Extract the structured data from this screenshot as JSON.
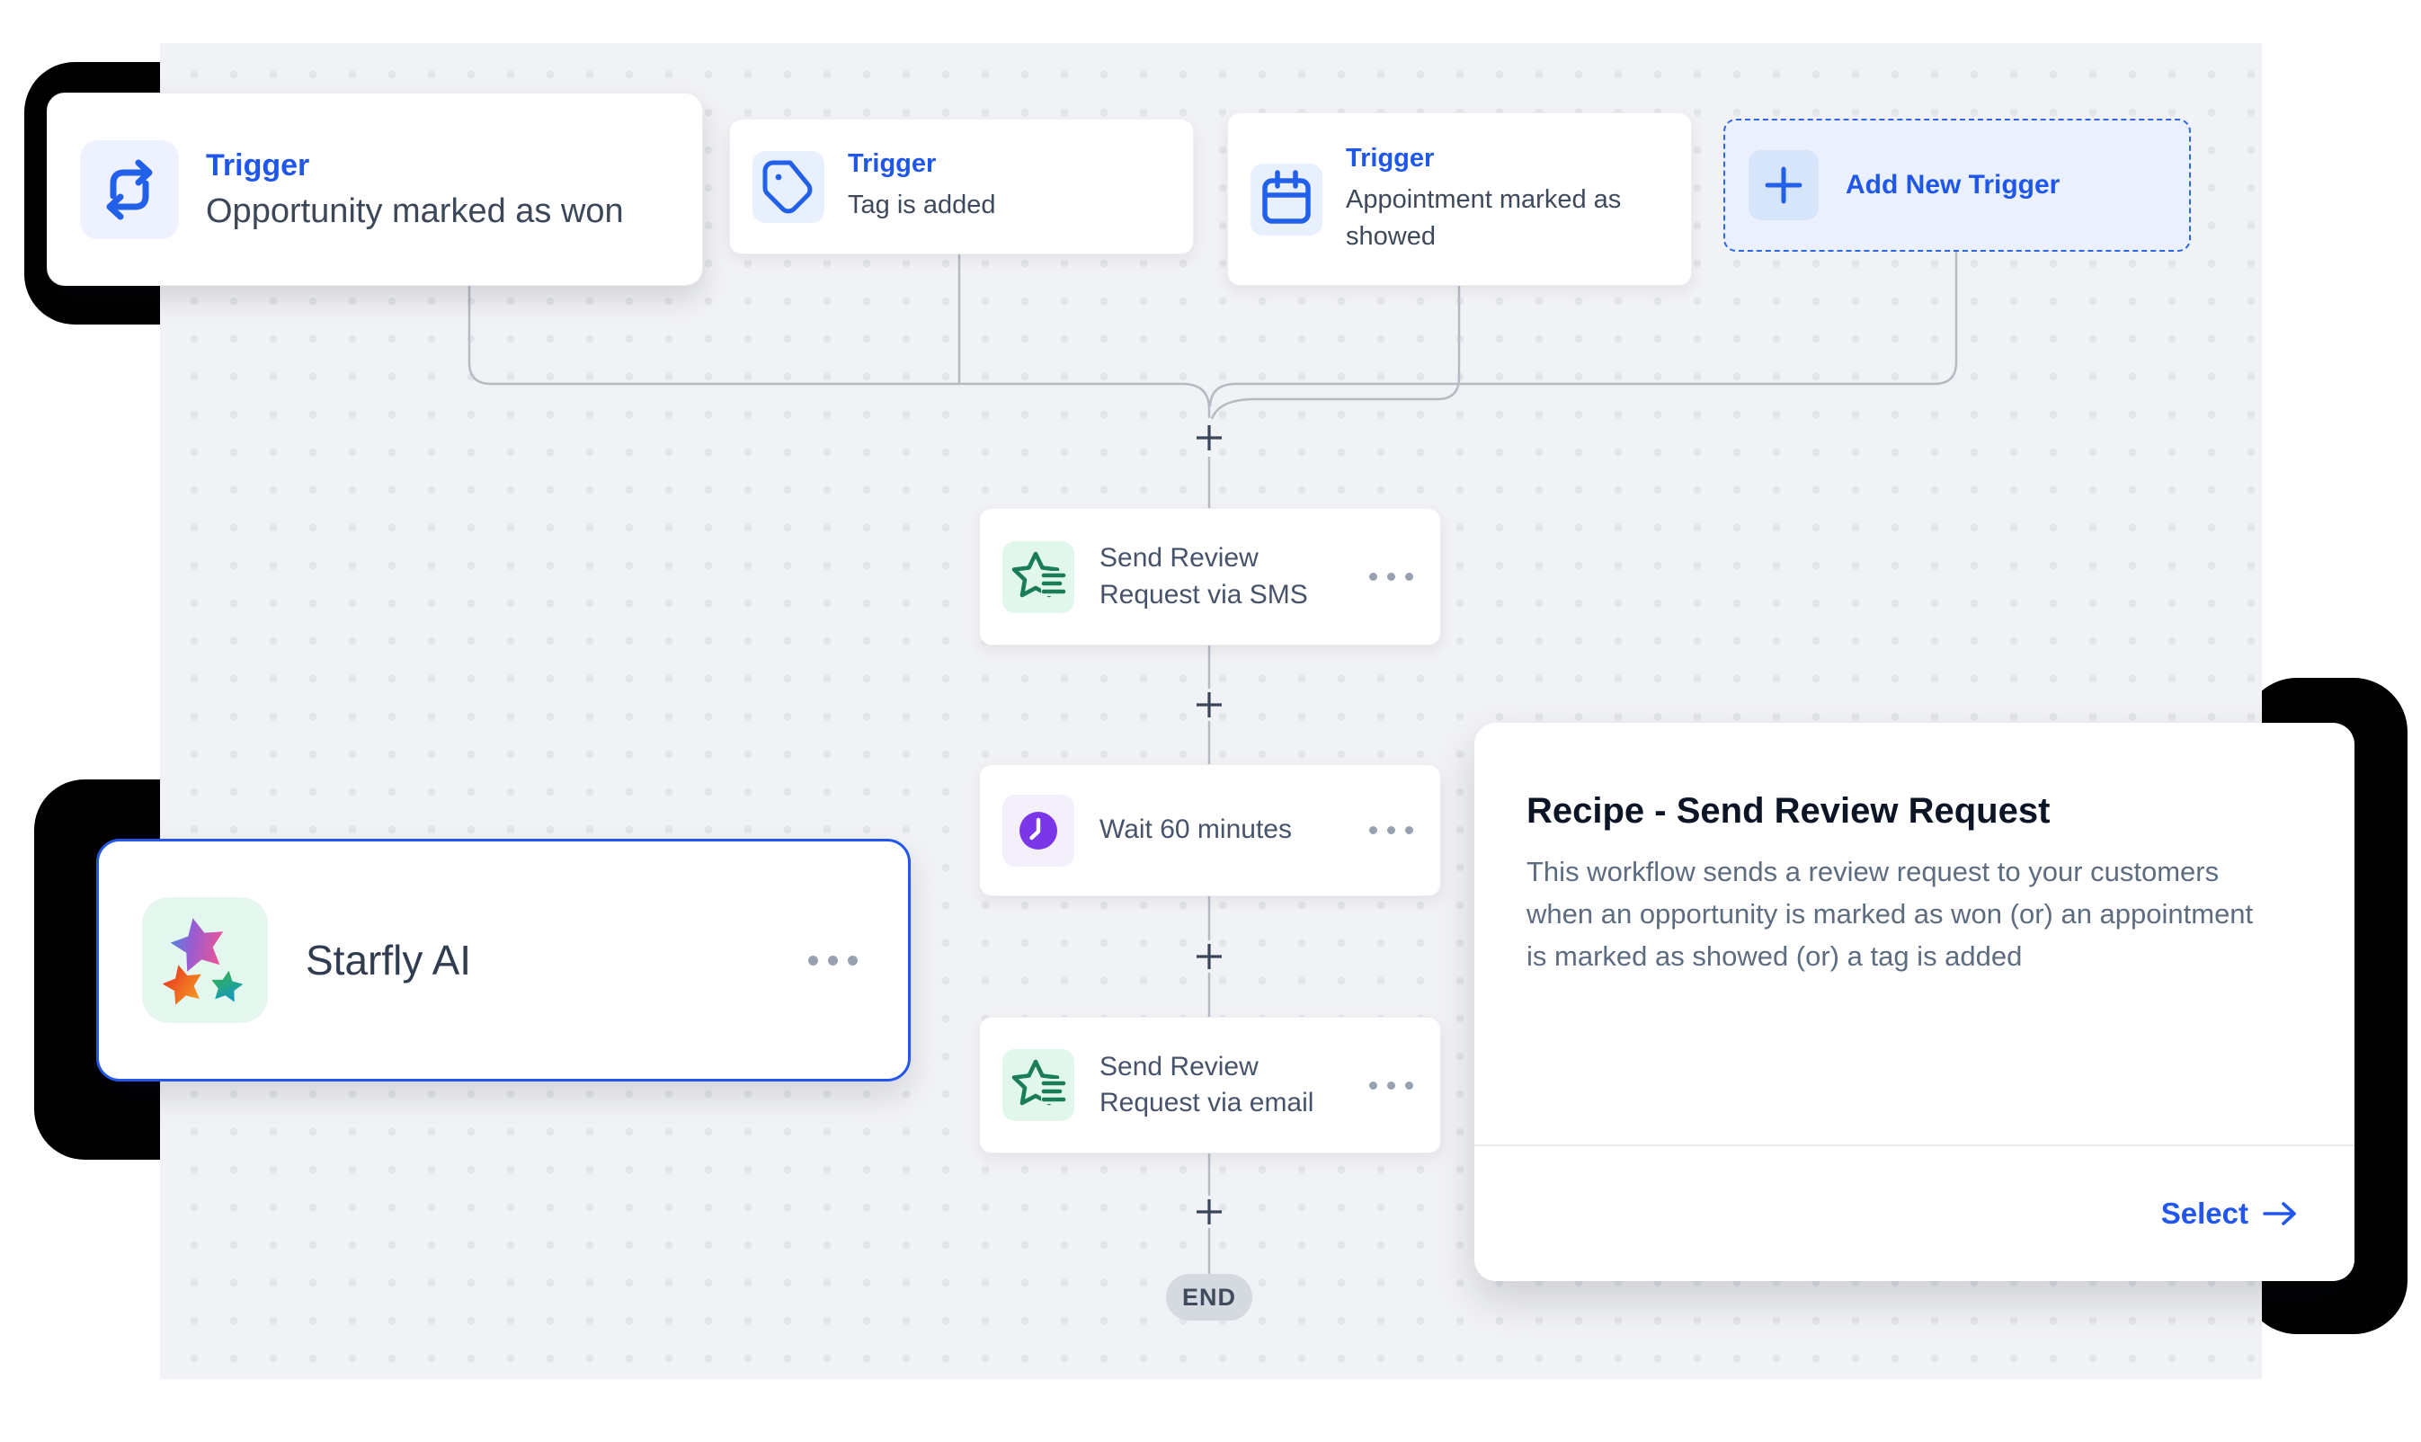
{
  "triggers": [
    {
      "label": "Trigger",
      "title": "Opportunity marked as won",
      "icon": "swap-arrows-icon"
    },
    {
      "label": "Trigger",
      "title": "Tag is added",
      "icon": "tag-icon"
    },
    {
      "label": "Trigger",
      "title": "Appointment marked as showed",
      "icon": "calendar-icon"
    }
  ],
  "add_trigger": {
    "label": "Add New Trigger",
    "icon": "plus-icon"
  },
  "steps": [
    {
      "title": "Send Review Request via SMS",
      "icon": "review-star-icon",
      "menu_icon": "ellipsis-icon"
    },
    {
      "title": "Wait 60 minutes",
      "icon": "clock-icon",
      "menu_icon": "ellipsis-icon"
    },
    {
      "title": "Send Review Request via email",
      "icon": "review-star-icon",
      "menu_icon": "ellipsis-icon"
    }
  ],
  "flow": {
    "end_label": "END"
  },
  "app_card": {
    "name": "Starfly AI",
    "icon": "starfly-logo-icon",
    "menu_icon": "ellipsis-icon"
  },
  "recipe": {
    "title": "Recipe - Send Review Request",
    "description": "This workflow sends a review request to your customers when an opportunity is marked as won (or) an appointment is marked as showed (or) a tag is added",
    "select_label": "Select"
  },
  "colors": {
    "accent_blue": "#2157EE",
    "trigger_label_blue": "#1F56EC",
    "dashed_border_blue": "#2F66E8",
    "star_green": "#1B7D55",
    "clock_purple": "#7C36E9",
    "mint_icon_bg": "#E2F7EC",
    "light_blue_icon_bg": "#E9F0FD",
    "canvas_bg": "#F1F2F5",
    "end_pill_bg": "#D5D9E0",
    "connector_gray": "#B6BAC3",
    "text_dark": "#3C4759",
    "text_muted": "#5E6C80",
    "black_accent": "#000000"
  }
}
